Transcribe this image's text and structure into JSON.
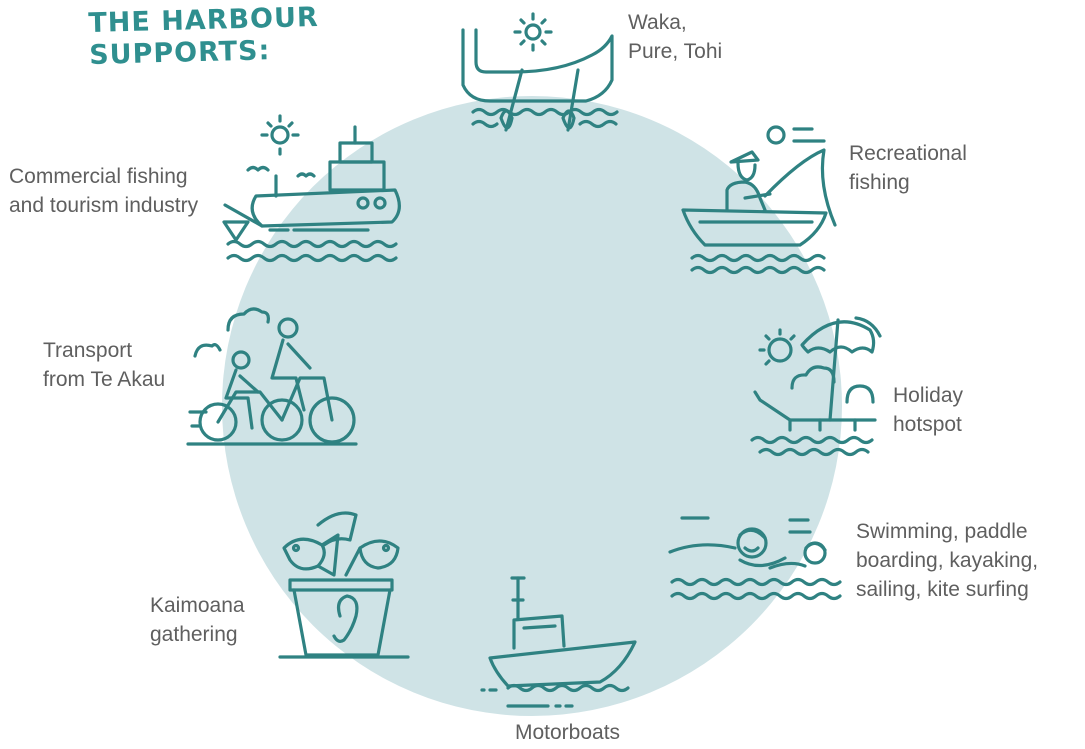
{
  "title": {
    "line1": "THE HARBOUR",
    "line2": "SUPPORTS:"
  },
  "colors": {
    "circle": "#cfe3e6",
    "icon": "#2f8282",
    "title": "#2f8f8f",
    "text": "#5f5f5f"
  },
  "items": [
    {
      "icon": "waka-canoe-icon",
      "lines": [
        "Waka,",
        "Pure, Tohi"
      ]
    },
    {
      "icon": "recreational-fishing-icon",
      "lines": [
        "Recreational",
        "fishing"
      ]
    },
    {
      "icon": "holiday-beach-icon",
      "lines": [
        "Holiday",
        "hotspot"
      ]
    },
    {
      "icon": "swimming-icon",
      "lines": [
        "Swimming, paddle",
        "boarding, kayaking,",
        "sailing, kite surfing"
      ]
    },
    {
      "icon": "motorboat-icon",
      "lines": [
        "Motorboats"
      ]
    },
    {
      "icon": "kaimoana-bucket-icon",
      "lines": [
        "Kaimoana",
        "gathering"
      ]
    },
    {
      "icon": "bicycle-icon",
      "lines": [
        "Transport",
        "from Te Akau"
      ]
    },
    {
      "icon": "fishing-vessel-icon",
      "lines": [
        "Commercial fishing",
        "and tourism industry"
      ]
    }
  ]
}
